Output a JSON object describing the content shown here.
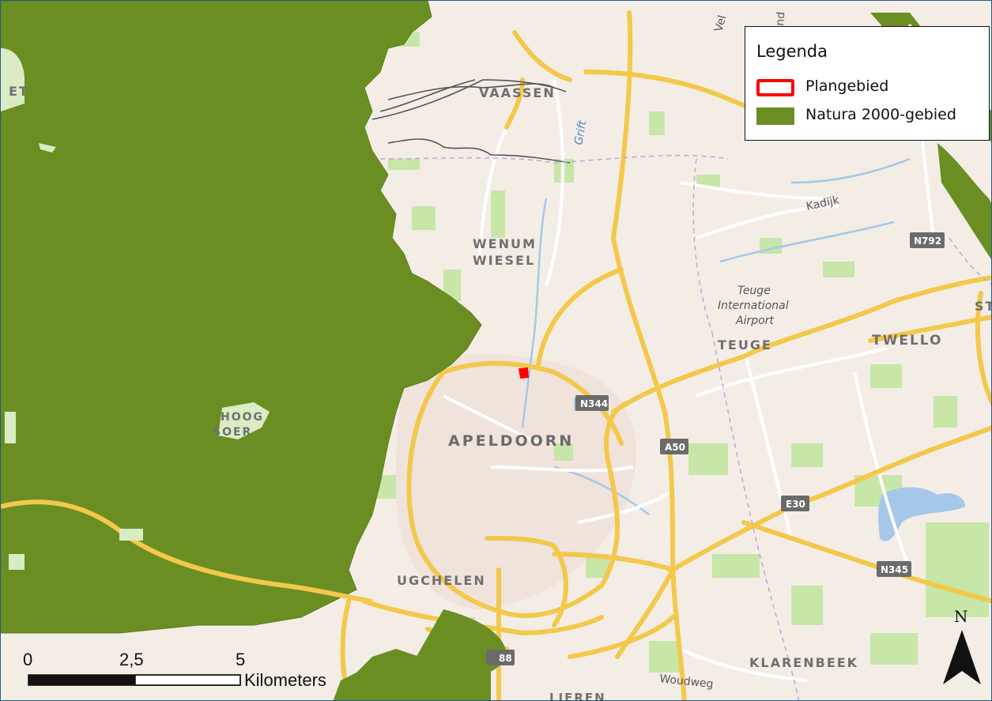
{
  "legend": {
    "title": "Legenda",
    "items": [
      {
        "label": "Plangebied",
        "swatch": "outline",
        "color": "#ff0000"
      },
      {
        "label": "Natura 2000-gebied",
        "swatch": "fill",
        "color": "#6b8e23"
      }
    ]
  },
  "places": {
    "vaassen": "VAASSEN",
    "wenum": "WENUM",
    "wiesel": "WIESEL",
    "apeldoorn": "APELDOORN",
    "teuge": "TEUGE",
    "twello": "TWELLO",
    "hoog": "HOOG",
    "soeren": "SOER",
    "ugchelen": "UGCHELEN",
    "klarenbeek": "KLARENBEEK",
    "lieren": "LIEREN",
    "st": "ST",
    "et": "ET"
  },
  "airport": [
    "Teuge",
    "International",
    "Airport"
  ],
  "roads": {
    "kadijk": "Kadijk",
    "woudweg": "Woudweg",
    "grift": "Grift",
    "veld": "Vel",
    "nd": "nd"
  },
  "shields": {
    "n344": "N344",
    "a50": "A50",
    "e30": "E30",
    "n792": "N792",
    "n345": "N345",
    "s88": "88"
  },
  "scale_bar": {
    "ticks": [
      "0",
      "2,5",
      "5"
    ],
    "unit": "Kilometers"
  },
  "north_arrow": "N",
  "colors": {
    "background": "#f4ede6",
    "natura": "#6b8e23",
    "plangebied": "#ff0000",
    "highway": "#f3c84b",
    "water": "#a5c8e8",
    "greenery": "#c7e6a8"
  }
}
